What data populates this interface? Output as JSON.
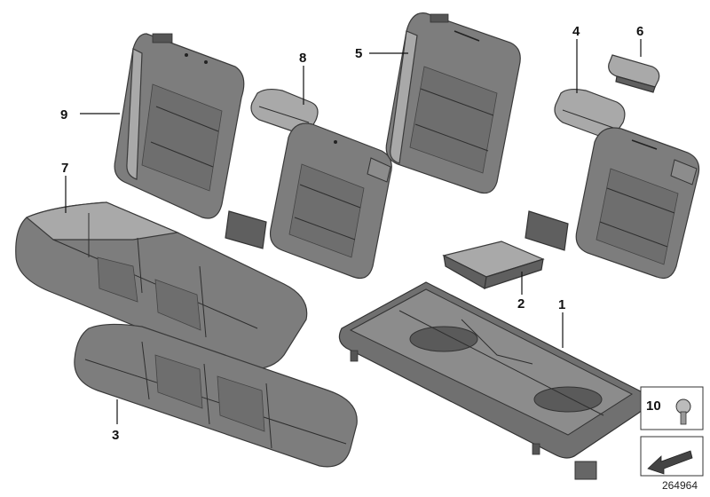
{
  "parts": [
    {
      "number": "1"
    },
    {
      "number": "2"
    },
    {
      "number": "3"
    },
    {
      "number": "4"
    },
    {
      "number": "5"
    },
    {
      "number": "6"
    },
    {
      "number": "7"
    },
    {
      "number": "8"
    },
    {
      "number": "9"
    },
    {
      "number": "10"
    }
  ],
  "reference_number": "264964"
}
